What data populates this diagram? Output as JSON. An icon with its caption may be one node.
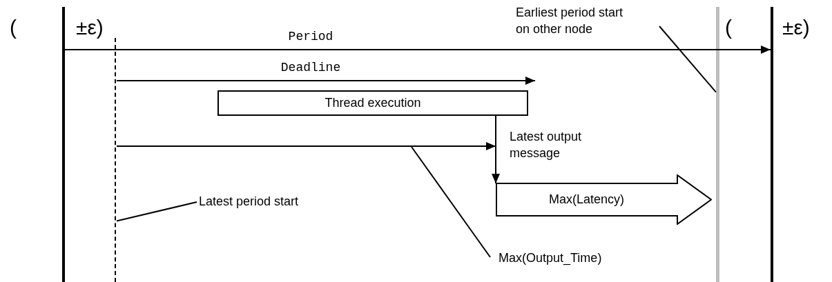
{
  "diagram": {
    "nodes": [
      {
        "text": [],
        "shape": "bar"
      },
      {
        "text": [],
        "shape": "bar"
      },
      {
        "text": [
          "Thread execution"
        ]
      },
      {
        "text": [
          "Max(Latency)"
        ]
      },
      {
        "text": [],
        "shape": "bar"
      },
      {
        "text": [],
        "shape": "bar"
      },
      {
        "text": [
          "Earliest period start on other node"
        ]
      },
      {
        "text": [
          "Latest period start"
        ]
      },
      {
        "text": [
          "Max(Output_Time)"
        ]
      }
    ],
    "edges": [
      {
        "from": 0,
        "to": 5,
        "arrow": "to",
        "label": "Period"
      },
      {
        "from": 1,
        "to": 2,
        "arrow": "to",
        "label": "Deadline"
      },
      {
        "from": 1,
        "to": null,
        "arrow": "to"
      },
      {
        "from": 2,
        "to": 3,
        "arrow": "to",
        "label": "Latest output message"
      },
      {
        "from": 6,
        "to": 4,
        "arrow": "none"
      },
      {
        "from": 7,
        "to": 1,
        "arrow": "none"
      },
      {
        "from": 8,
        "to": null,
        "arrow": "none"
      }
    ],
    "labels": [
      "(",
      "±ε)",
      "(",
      "±ε)"
    ]
  }
}
